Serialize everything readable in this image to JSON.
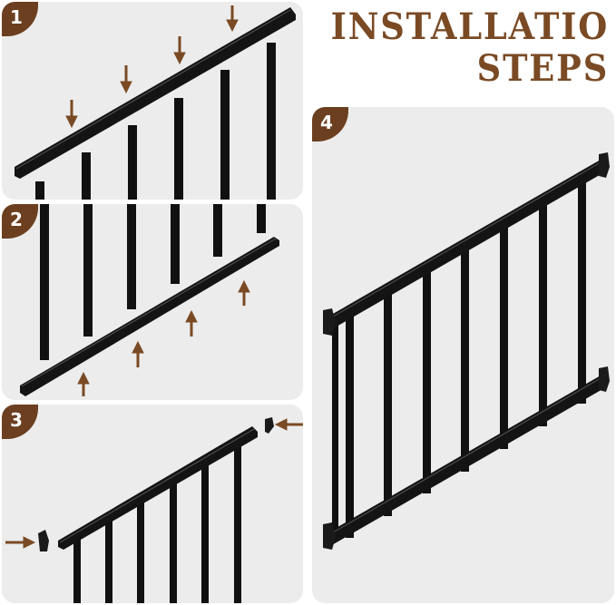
{
  "title": {
    "line1": "INSTALLATIO",
    "line2": "STEPS"
  },
  "steps": [
    {
      "number": "1"
    },
    {
      "number": "2"
    },
    {
      "number": "3"
    },
    {
      "number": "4"
    }
  ],
  "colors": {
    "badge": "#6b3f1f",
    "arrow": "#7a4a24",
    "rail": "#111111",
    "panel": "#ececec",
    "title": "#7a4a24"
  }
}
